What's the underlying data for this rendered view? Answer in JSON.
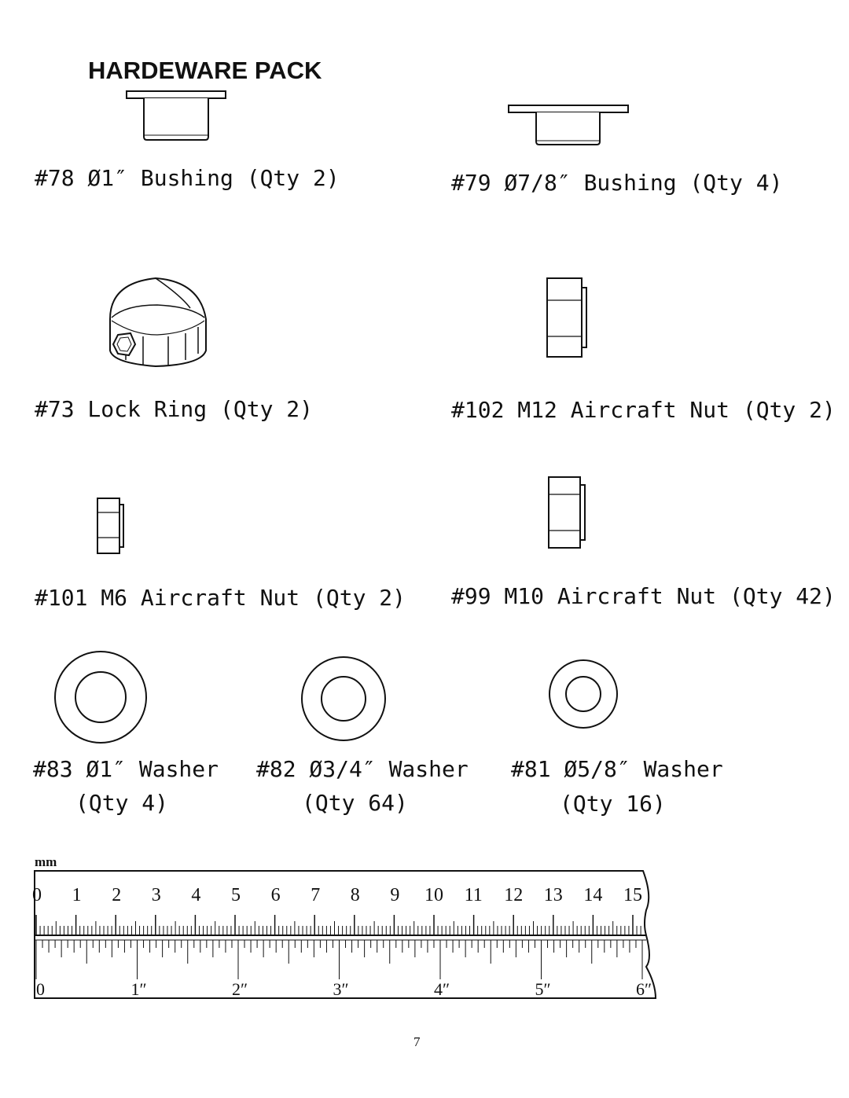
{
  "title": "HARDEWARE PACK",
  "items": [
    {
      "label": "#78 Ø1″ Bushing (Qty 2)"
    },
    {
      "label": "#79 Ø7/8″ Bushing (Qty 4)"
    },
    {
      "label": "#73 Lock Ring (Qty 2)"
    },
    {
      "label": "#102 M12 Aircraft Nut (Qty 2)"
    },
    {
      "label": "#101 M6 Aircraft Nut (Qty 2)"
    },
    {
      "label": "#99 M10 Aircraft Nut (Qty 42)"
    },
    {
      "label": "#83 Ø1″ Washer",
      "qty": "(Qty 4)"
    },
    {
      "label": "#82 Ø3/4″ Washer",
      "qty": "(Qty 64)"
    },
    {
      "label": "#81 Ø5/8″ Washer",
      "qty": "(Qty 16)"
    }
  ],
  "ruler": {
    "unit_label": "mm",
    "mm_numbers": [
      "0",
      "1",
      "2",
      "3",
      "4",
      "5",
      "6",
      "7",
      "8",
      "9",
      "10",
      "11",
      "12",
      "13",
      "14",
      "15"
    ],
    "inch_numbers": [
      "0",
      "1″",
      "2″",
      "3″",
      "4″",
      "5″",
      "6″"
    ]
  },
  "page_number": "7"
}
